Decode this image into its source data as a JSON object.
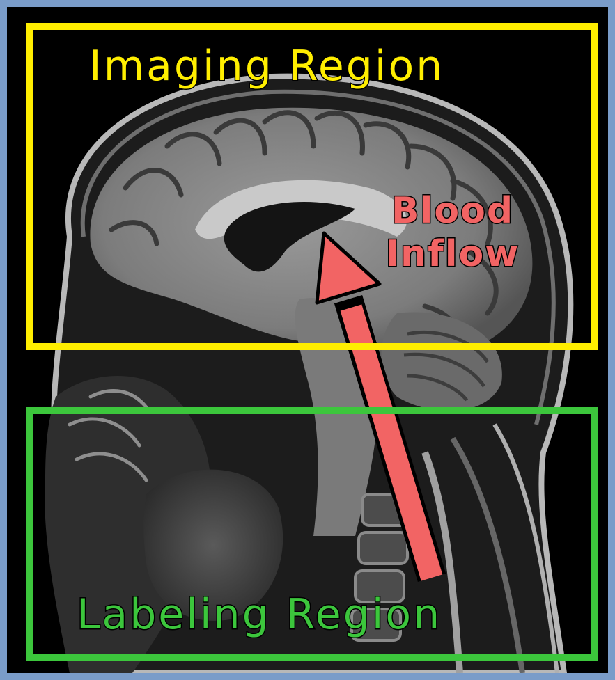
{
  "imaging_region": {
    "label": "Imaging Region",
    "color": "#ffee00"
  },
  "labeling_region": {
    "label": "Labeling Region",
    "color": "#3cc63c"
  },
  "flow": {
    "line1": "Blood",
    "line2": "Inflow",
    "color": "#f26464"
  },
  "frame": {
    "border_color": "#7a9cc9",
    "background": "#000000"
  }
}
